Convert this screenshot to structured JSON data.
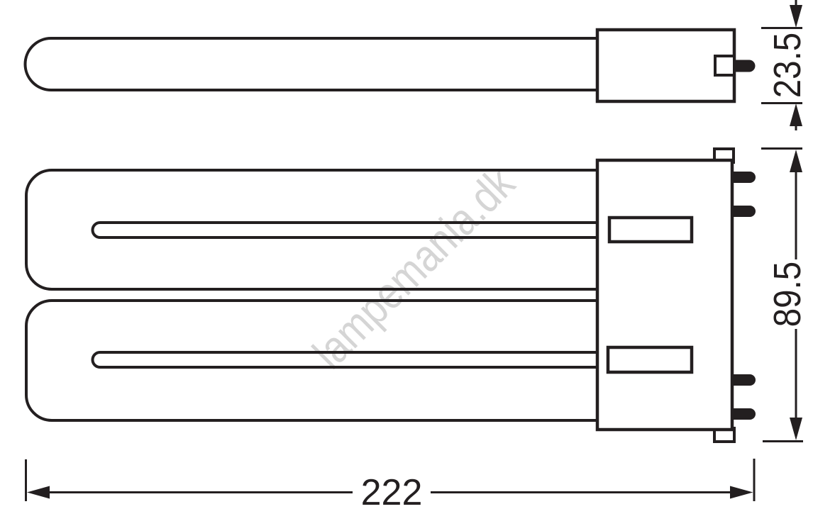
{
  "diagram": {
    "watermark": "lampemania.dk",
    "dimensions": {
      "depth": "23.5",
      "height": "89.5",
      "length": "222"
    },
    "colors": {
      "line": "#231f20",
      "watermark": "#d5d5d5",
      "background": "#ffffff"
    }
  }
}
